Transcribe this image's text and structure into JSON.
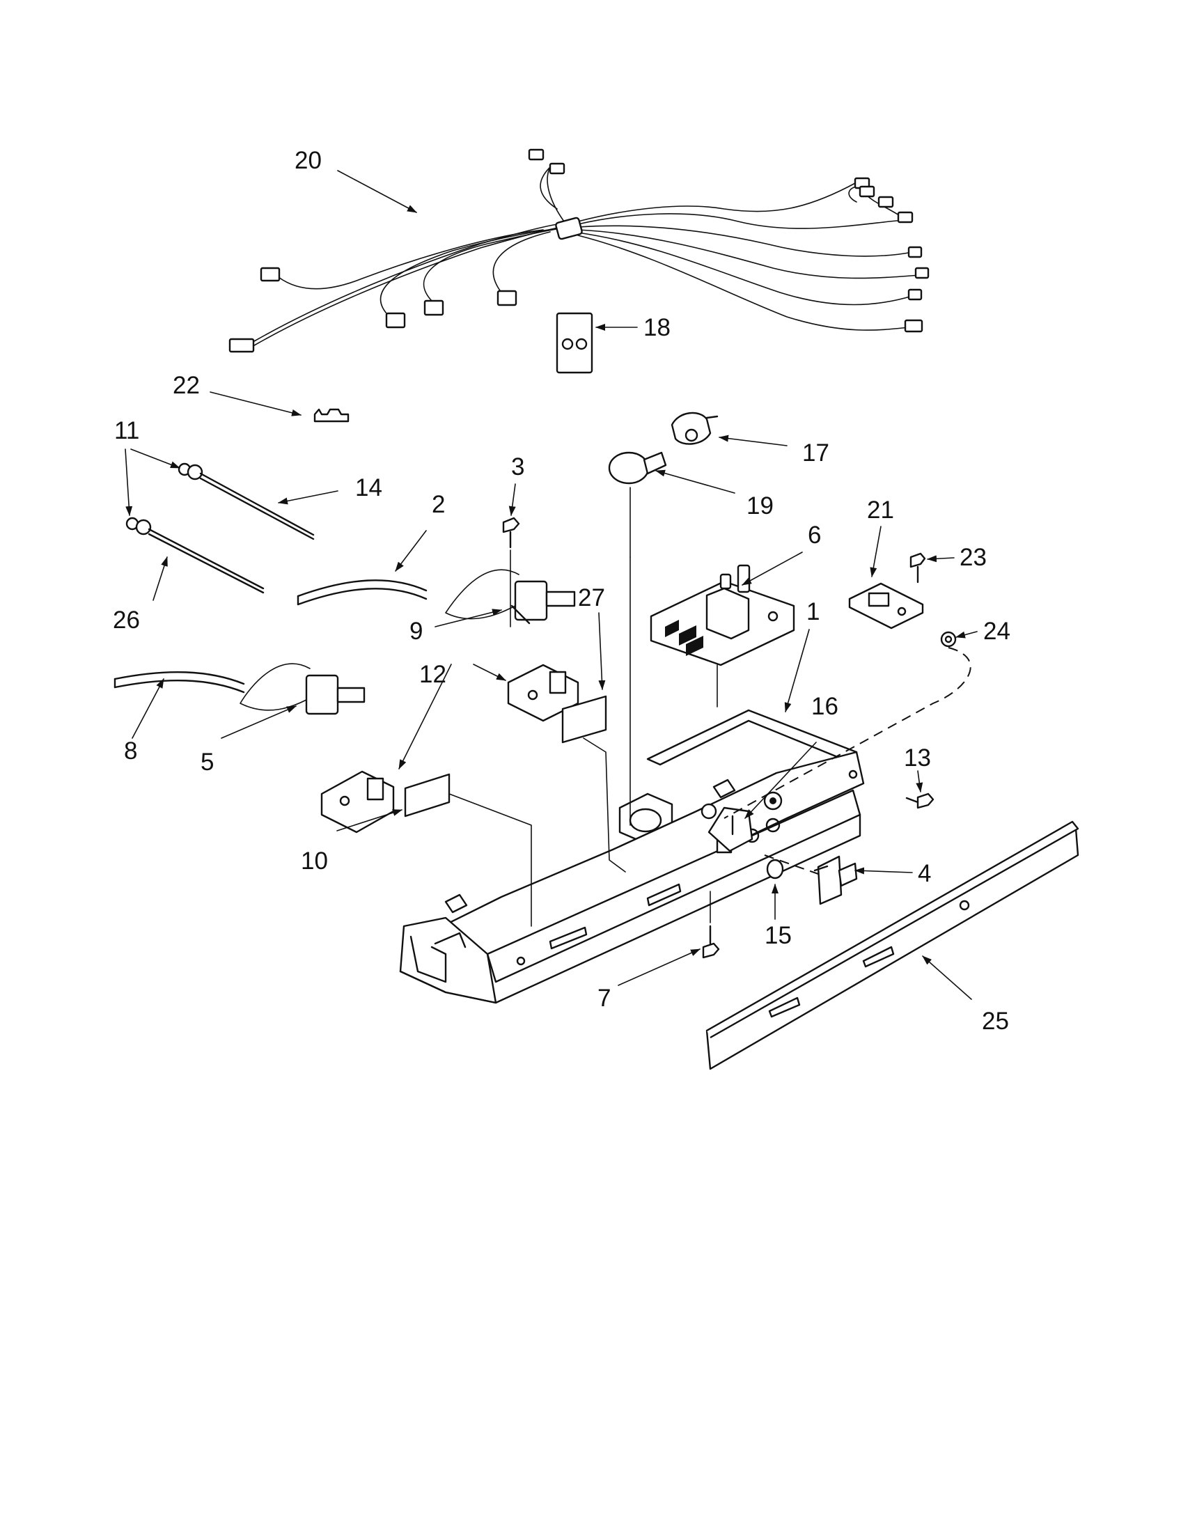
{
  "diagram": {
    "callouts": [
      {
        "id": "c1",
        "text": "1"
      },
      {
        "id": "c2",
        "text": "2"
      },
      {
        "id": "c3",
        "text": "3"
      },
      {
        "id": "c4",
        "text": "4"
      },
      {
        "id": "c5",
        "text": "5"
      },
      {
        "id": "c6",
        "text": "6"
      },
      {
        "id": "c7",
        "text": "7"
      },
      {
        "id": "c8",
        "text": "8"
      },
      {
        "id": "c9",
        "text": "9"
      },
      {
        "id": "c10",
        "text": "10"
      },
      {
        "id": "c11",
        "text": "11"
      },
      {
        "id": "c12",
        "text": "12"
      },
      {
        "id": "c13",
        "text": "13"
      },
      {
        "id": "c14",
        "text": "14"
      },
      {
        "id": "c15",
        "text": "15"
      },
      {
        "id": "c16",
        "text": "16"
      },
      {
        "id": "c17",
        "text": "17"
      },
      {
        "id": "c18",
        "text": "18"
      },
      {
        "id": "c19",
        "text": "19"
      },
      {
        "id": "c20",
        "text": "20"
      },
      {
        "id": "c21",
        "text": "21"
      },
      {
        "id": "c22",
        "text": "22"
      },
      {
        "id": "c23",
        "text": "23"
      },
      {
        "id": "c24",
        "text": "24"
      },
      {
        "id": "c25",
        "text": "25"
      },
      {
        "id": "c26",
        "text": "26"
      },
      {
        "id": "c27",
        "text": "27"
      }
    ]
  }
}
